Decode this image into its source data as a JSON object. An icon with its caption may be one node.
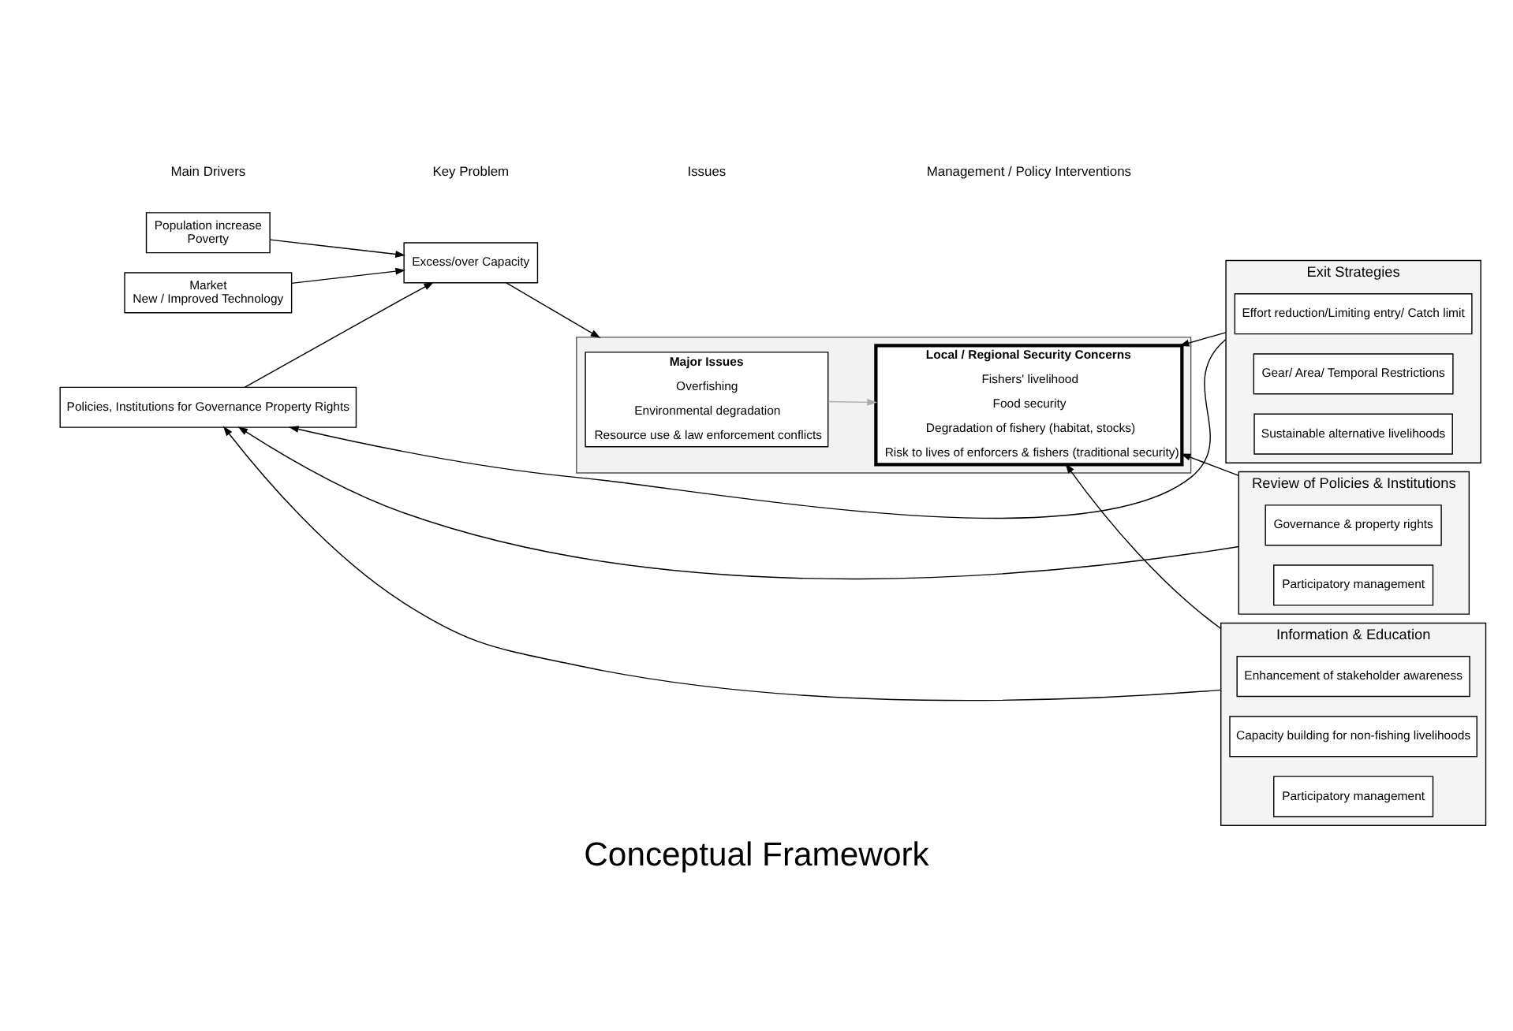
{
  "diagram": {
    "title": "Conceptual Framework",
    "nodes": [
      {
        "text": [
          "Policies, Institutions for Governance Property Rights"
        ]
      },
      {
        "text": [
          "Population increase",
          "Poverty"
        ]
      },
      {
        "text": [
          "Market",
          "New / Improved Technology"
        ]
      },
      {
        "text": [
          "Excess/over Capacity"
        ]
      },
      {
        "text": [],
        "shape": "box"
      },
      {
        "text": [
          "Major Issues",
          "Overfishing",
          "Environmental degradation",
          "Resource use & law enforcement conflicts"
        ],
        "in": 4
      },
      {
        "text": [
          "Local / Regional Security Concerns",
          "Fishers' livelihood",
          "Food security",
          "Degradation of fishery (habitat, stocks)",
          "Risk to lives of enforcers & fishers (traditional security)"
        ],
        "in": 4
      },
      {
        "text": [
          "Exit Strategies"
        ]
      },
      {
        "text": [
          "Effort reduction/Limiting entry/ Catch limit"
        ],
        "in": 7
      },
      {
        "text": [
          "Gear/ Area/ Temporal Restrictions"
        ],
        "in": 7
      },
      {
        "text": [
          "Sustainable alternative livelihoods"
        ],
        "in": 7
      },
      {
        "text": [
          "Review of Policies & Institutions"
        ]
      },
      {
        "text": [
          "Governance & property rights"
        ],
        "in": 11
      },
      {
        "text": [
          "Participatory management"
        ],
        "in": 11
      },
      {
        "text": [
          "Information & Education"
        ]
      },
      {
        "text": [
          "Enhancement of stakeholder awareness"
        ],
        "in": 14
      },
      {
        "text": [
          "Capacity building for non-fishing livelihoods"
        ],
        "in": 14
      },
      {
        "text": [
          "Participatory management"
        ],
        "in": 14
      }
    ],
    "edges": [
      {
        "from": 0,
        "to": 3,
        "arrow": "to"
      },
      {
        "from": 1,
        "to": 3,
        "arrow": "to"
      },
      {
        "from": 2,
        "to": 3,
        "arrow": "to"
      },
      {
        "from": 3,
        "to": 4,
        "arrow": "to"
      },
      {
        "from": 5,
        "to": 6,
        "arrow": "to",
        "color": "#aaaaaa"
      },
      {
        "from": 7,
        "to": 6,
        "arrow": "to"
      },
      {
        "from": 11,
        "to": 6,
        "arrow": "to"
      },
      {
        "from": 14,
        "to": 6,
        "arrow": "to"
      },
      {
        "from": 7,
        "to": 0,
        "arrow": "to"
      },
      {
        "from": 11,
        "to": 0,
        "arrow": "to"
      },
      {
        "from": 14,
        "to": 0,
        "arrow": "to"
      }
    ],
    "labels": [
      "Main Drivers",
      "Key Problem",
      "Issues",
      "Management / Policy Interventions"
    ]
  }
}
